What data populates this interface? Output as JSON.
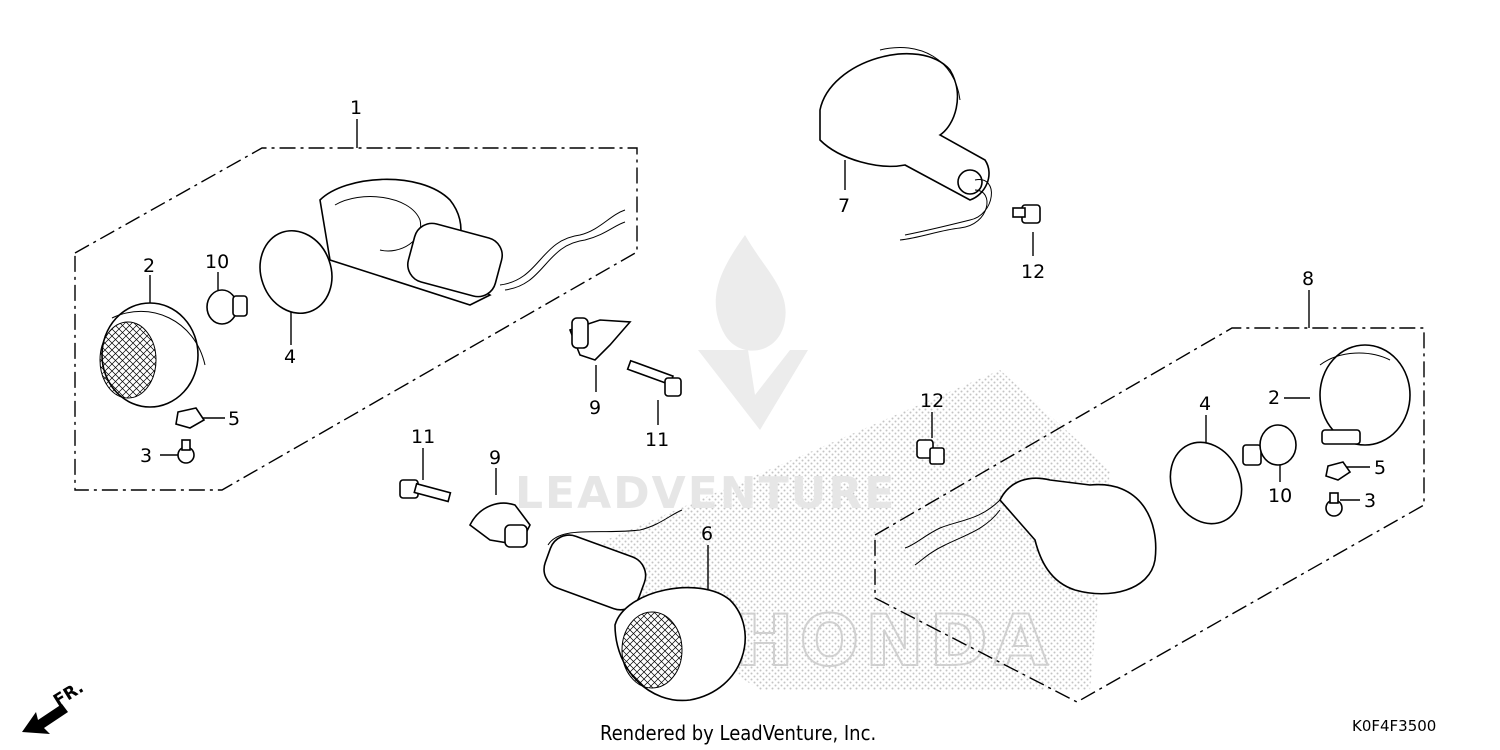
{
  "watermark": {
    "brand_text": "LEADVENTURE",
    "honda_text": "HONDA"
  },
  "callouts": [
    {
      "id": "c1",
      "label": "1"
    },
    {
      "id": "c2a",
      "label": "2"
    },
    {
      "id": "c10a",
      "label": "10"
    },
    {
      "id": "c4a",
      "label": "4"
    },
    {
      "id": "c5a",
      "label": "5"
    },
    {
      "id": "c3a",
      "label": "3"
    },
    {
      "id": "c7",
      "label": "7"
    },
    {
      "id": "c12a",
      "label": "12"
    },
    {
      "id": "c9a",
      "label": "9"
    },
    {
      "id": "c11a",
      "label": "11"
    },
    {
      "id": "c11b",
      "label": "11"
    },
    {
      "id": "c9b",
      "label": "9"
    },
    {
      "id": "c6",
      "label": "6"
    },
    {
      "id": "c8",
      "label": "8"
    },
    {
      "id": "c12b",
      "label": "12"
    },
    {
      "id": "c4b",
      "label": "4"
    },
    {
      "id": "c2b",
      "label": "2"
    },
    {
      "id": "c5b",
      "label": "5"
    },
    {
      "id": "c10b",
      "label": "10"
    },
    {
      "id": "c3b",
      "label": "3"
    }
  ],
  "orientation": {
    "label": "FR."
  },
  "footer": {
    "credit": "Rendered by LeadVenture, Inc.",
    "diagram_code": "K0F4F3500"
  }
}
